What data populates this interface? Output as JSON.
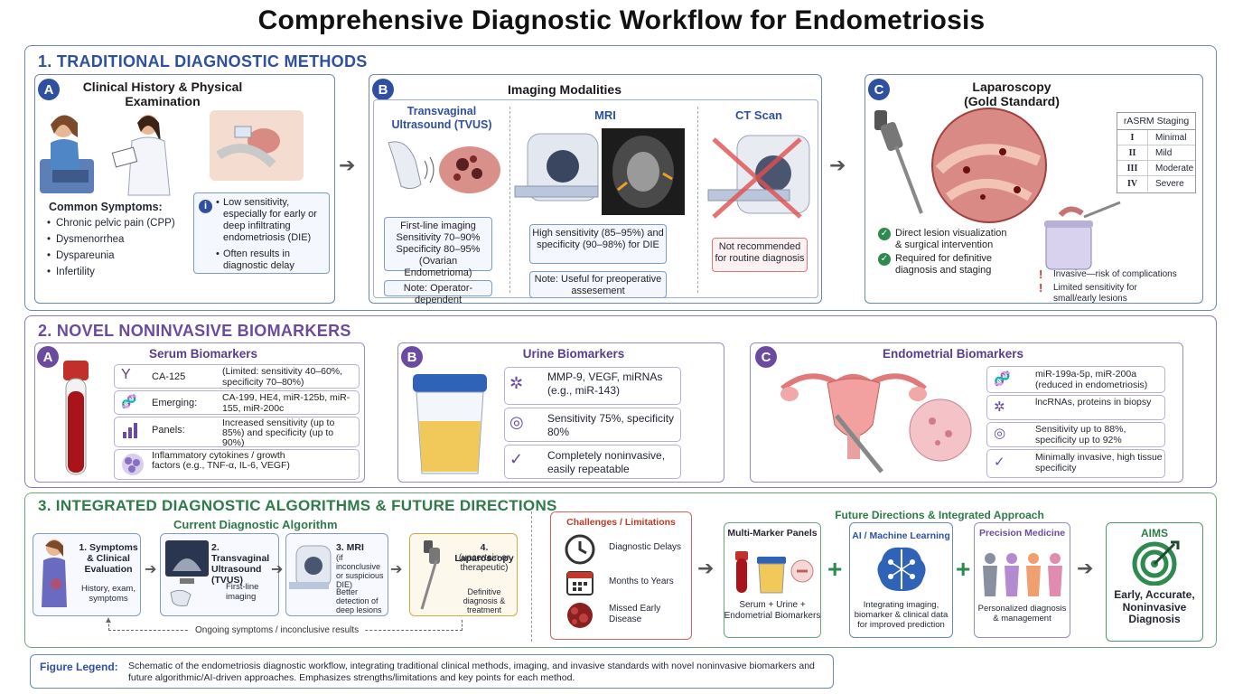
{
  "title": "Comprehensive Diagnostic Workflow for Endometriosis",
  "section1": {
    "title": "1. TRADITIONAL DIAGNOSTIC METHODS",
    "a": {
      "letter": "A",
      "title": "Clinical History & Physical Examination",
      "symptoms_title": "Common Symptoms:",
      "symptoms": [
        "Chronic pelvic pain (CPP)",
        "Dysmenorrhea",
        "Dyspareunia",
        "Infertility"
      ],
      "note1": "Low sensitivity, especially for early or deep infiltrating endometriosis (DIE)",
      "note2": "Often results in diagnostic delay"
    },
    "b": {
      "letter": "B",
      "title": "Imaging Modalities",
      "tvus_title": "Transvaginal Ultrasound (TVUS)",
      "tvus_box": "First-line imaging Sensitivity 70–90% Specificity 80–95% (Ovarian Endometrioma)",
      "tvus_note": "Note: Operator-dependent",
      "mri_title": "MRI",
      "mri_box": "High sensitivity (85–95%) and specificity (90–98%) for DIE",
      "mri_note": "Note: Useful for preoperative assesement",
      "ct_title": "CT Scan",
      "ct_box": "Not recommended for routine diagnosis"
    },
    "c": {
      "letter": "C",
      "title": "Laparoscopy (Gold Standard)",
      "staging_title": "rASRM Staging",
      "staging": [
        {
          "stage": "I",
          "label": "Minimal"
        },
        {
          "stage": "II",
          "label": "Mild"
        },
        {
          "stage": "III",
          "label": "Moderate"
        },
        {
          "stage": "IV",
          "label": "Severe"
        }
      ],
      "pro1": "Direct lesion visualization & surgical intervention",
      "pro2": "Required for definitive diagnosis and staging",
      "con1": "Invasive—risk of complications",
      "con2": "Limited sensitivity for small/early lesions"
    }
  },
  "section2": {
    "title": "2. NOVEL NONINVASIVE BIOMARKERS",
    "a": {
      "letter": "A",
      "title": "Serum Biomarkers",
      "rows": [
        {
          "label": "CA-125",
          "value": "(Limited: sensitivity 40–60%, specificity 70–80%)"
        },
        {
          "label": "Emerging:",
          "value": "CA-199, HE4, miR-125b, miR-155, miR-200c"
        },
        {
          "label": "Panels:",
          "value": "Increased sensitivity (up to 85%) and specificity (up to 90%)"
        },
        {
          "label": "Inflammatory cytokines / growth factors (e.g., TNF-α, IL-6, VEGF)",
          "value": ""
        }
      ]
    },
    "b": {
      "letter": "B",
      "title": "Urine Biomarkers",
      "rows": [
        "MMP-9, VEGF, miRNAs (e.g., miR-143)",
        "Sensitivity 75%, specificity 80%",
        "Completely noninvasive, easily repeatable"
      ]
    },
    "c": {
      "letter": "C",
      "title": "Endometrial Biomarkers",
      "rows": [
        "miR-199a-5p, miR-200a (reduced in endometriosis)",
        "lncRNAs, proteins in biopsy",
        "Sensitivity up to 88%, specificity up to 92%",
        "Minimally invasive, high tissue specificity"
      ]
    }
  },
  "section3": {
    "title": "3. INTEGRATED DIAGNOSTIC ALGORITHMS & FUTURE DIRECTIONS",
    "current_title": "Current Diagnostic Algorithm",
    "steps": [
      {
        "title": "1. Symptoms & Clinical Evaluation",
        "desc": "History, exam, symptoms"
      },
      {
        "title": "2. Transvaginal Ultrasound (TVUS)",
        "desc": "First-line imaging"
      },
      {
        "title": "3. MRI",
        "sub": "(if inconclusive or suspicious DIE)",
        "desc": "Better detection of deep lesions"
      },
      {
        "title": "4. Laparoscopy",
        "sub": "(uncertain or therapeutic)",
        "desc": "Definitive diagnosis & treatment"
      }
    ],
    "loop_label": "Ongoing symptoms / inconclusive results",
    "challenges_title": "Challenges / Limitations",
    "challenges": [
      "Diagnostic Delays",
      "Months to Years",
      "Missed Early Disease"
    ],
    "future_title": "Future Directions & Integrated Approach",
    "multi_title": "Multi-Marker Panels",
    "multi_desc": "Serum + Urine + Endometrial Biomarkers",
    "ai_title": "AI / Machine Learning",
    "ai_desc": "Integrating imaging, biomarker & clinical data for improved prediction",
    "precision_title": "Precision Medicine",
    "precision_desc": "Personalized diagnosis & management",
    "aims_title": "AIMS",
    "aims_desc": "Early, Accurate, Noninvasive Diagnosis"
  },
  "legend": {
    "label": "Figure Legend:",
    "text": "Schematic of the endometriosis diagnostic workflow, integrating traditional clinical methods, imaging, and invasive standards with novel noninvasive biomarkers and future algorithmic/AI-driven approaches. Emphasizes strengths/limitations and key points for each method."
  },
  "colors": {
    "blue": "#2f4fa0",
    "purple": "#6a4ba0",
    "green": "#2e8a4f",
    "red": "#c0392b"
  }
}
